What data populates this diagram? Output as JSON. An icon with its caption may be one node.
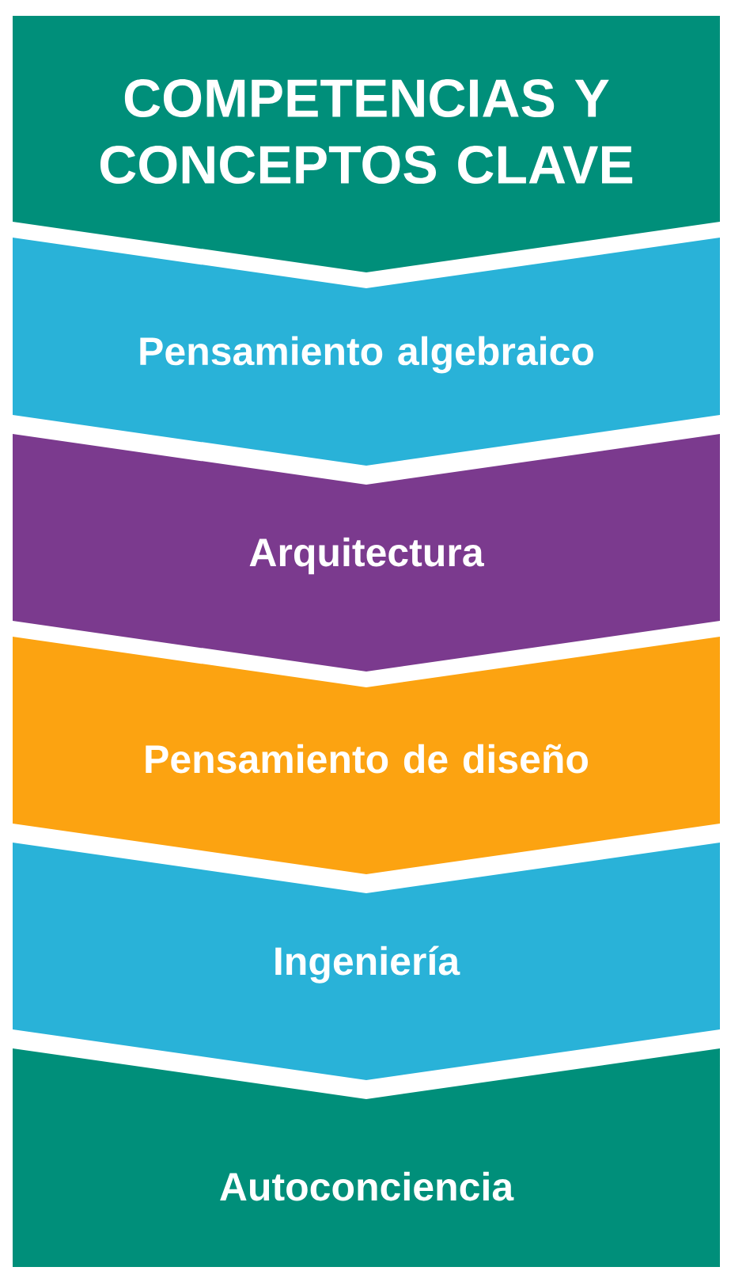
{
  "diagram": {
    "nodes": [
      {
        "text": [
          "COMPETENCIAS Y CONCEPTOS CLAVE"
        ]
      },
      {
        "text": [
          "Pensamiento algebraico"
        ]
      },
      {
        "text": [
          "Arquitectura"
        ]
      },
      {
        "text": [
          "Pensamiento de diseño"
        ]
      },
      {
        "text": [
          "Ingeniería"
        ]
      },
      {
        "text": [
          "Autoconciencia"
        ]
      }
    ]
  }
}
